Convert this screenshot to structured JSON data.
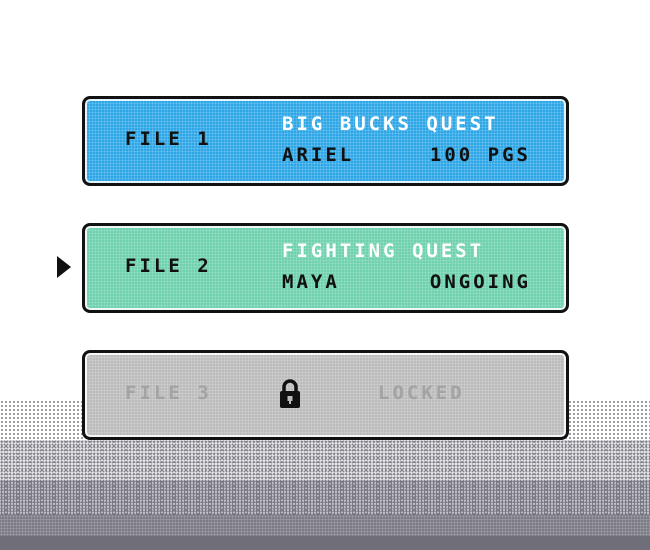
{
  "save_files": [
    {
      "label": "FILE 1",
      "quest": "BIG BUCKS QUEST",
      "player": "ARIEL",
      "progress": "100 PGS",
      "color": "#2fa7e6"
    },
    {
      "label": "FILE 2",
      "quest": "FIGHTING QUEST",
      "player": "MAYA",
      "progress": "ONGOING",
      "color": "#6fd1ae",
      "selected": true
    },
    {
      "label": "FILE 3",
      "status": "LOCKED",
      "icon": "lock-icon",
      "color": "#bcbcbc"
    }
  ],
  "cursor_icon": "triangle-right-icon"
}
